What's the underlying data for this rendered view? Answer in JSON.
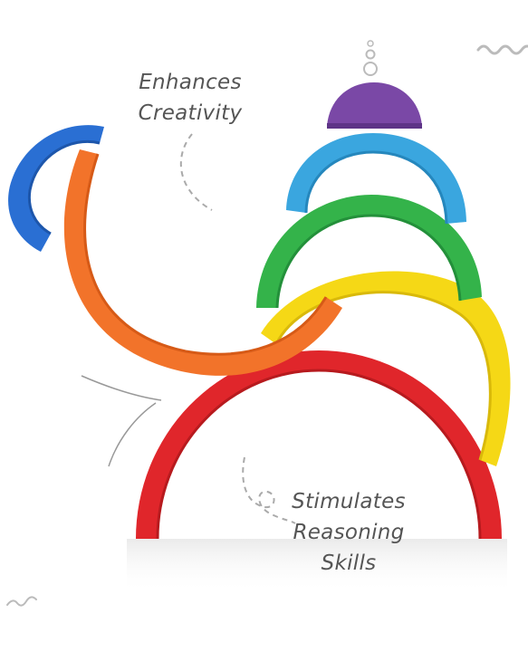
{
  "captions": {
    "top": {
      "line1": "Enhances",
      "line2": "Creativity"
    },
    "bottom": {
      "line1": "Stimulates",
      "line2": "Reasoning",
      "line3": "Skills"
    }
  },
  "arcs": [
    {
      "name": "red-arc",
      "color": "#e0262b"
    },
    {
      "name": "yellow-arc",
      "color": "#f5d816"
    },
    {
      "name": "green-arc",
      "color": "#34b34a"
    },
    {
      "name": "light-blue-arc",
      "color": "#3aa6df"
    },
    {
      "name": "purple-semicircle",
      "color": "#7a48a6"
    },
    {
      "name": "orange-arc",
      "color": "#f2732a"
    },
    {
      "name": "blue-arc",
      "color": "#2a6fd3"
    }
  ],
  "decoration_color": "#bbbbbb"
}
